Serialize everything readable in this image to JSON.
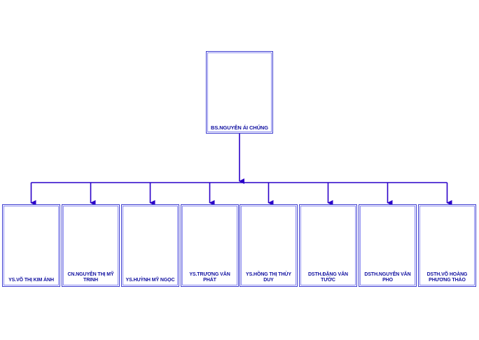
{
  "diagram": {
    "root": {
      "name": "BS.NGUYỄN ÁI CHÚNG"
    },
    "children": [
      {
        "name": "YS.VÕ THỊ KIM ÁNH"
      },
      {
        "name": "CN.NGUYỄN THỊ MỸ TRINH"
      },
      {
        "name": "YS.HUỲNH MỸ NGỌC"
      },
      {
        "name": "YS.TRƯƠNG VĂN PHÁT"
      },
      {
        "name": "YS.HỒNG THỊ THÙY DUY"
      },
      {
        "name": "DSTH.ĐẶNG VĂN TƯỚC"
      },
      {
        "name": "DSTH.NGUYỄN VĂN PHO"
      },
      {
        "name": "DSTH.VÕ HOÀNG PHƯƠNG THẢO"
      }
    ],
    "colors": {
      "connector": "#2a00c8",
      "border": "#3c3cd0",
      "text": "#1010a0"
    }
  }
}
